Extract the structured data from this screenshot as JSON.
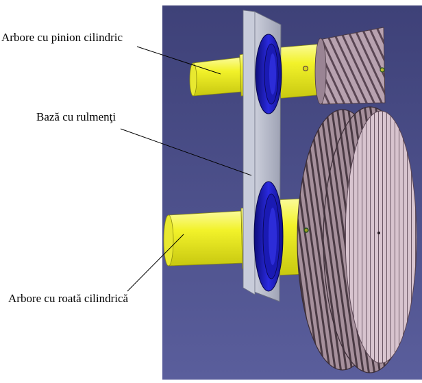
{
  "labels": {
    "pinion_shaft": "Arbore cu pinion cilindric",
    "bearing_base": "Bază cu rulmenţi",
    "wheel_shaft": "Arbore cu roată cilindrică"
  },
  "colors": {
    "viewport_background": "#4a4e8a",
    "shaft": "#ecec20",
    "bearing": "#1c1cc8",
    "base_plate": "#b8bccc",
    "gear": "#9c8690",
    "leader_line": "#000000"
  }
}
